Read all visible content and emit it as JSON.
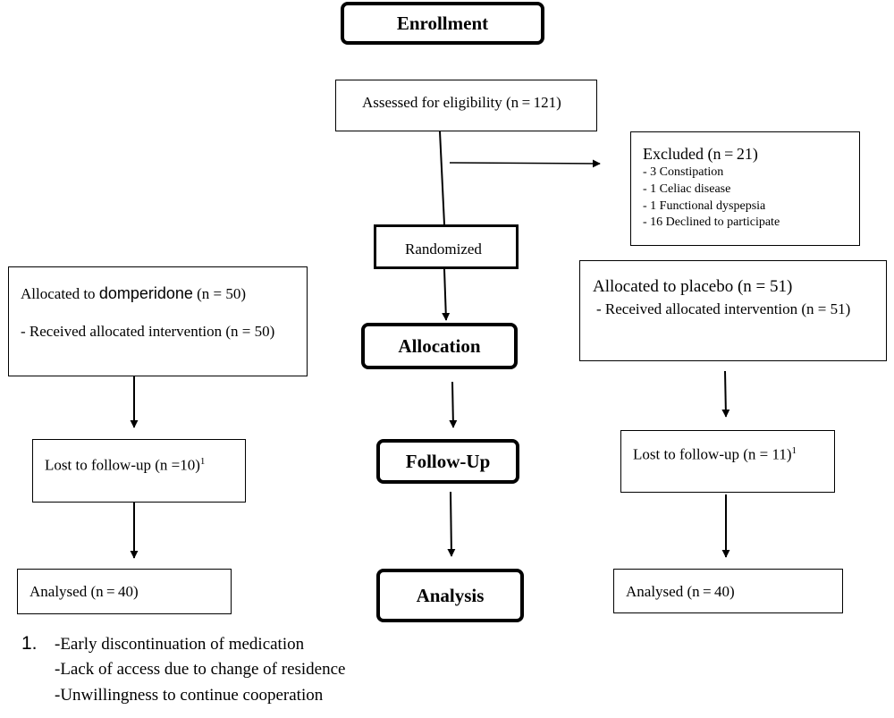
{
  "stages": {
    "enrollment": "Enrollment",
    "allocation": "Allocation",
    "follow_up": "Follow-Up",
    "analysis": "Analysis"
  },
  "assessed": "Assessed for eligibility (n = 121)",
  "excluded": {
    "title": "Excluded (n = 21)",
    "items": [
      "- 3 Constipation",
      "- 1 Celiac disease",
      "- 1 Functional dyspepsia",
      "- 16 Declined to participate"
    ]
  },
  "randomized": "Randomized",
  "arm_left": {
    "allocated_prefix": "Allocated to ",
    "allocated_drug": "domperidone",
    "allocated_suffix": " (n = 50)",
    "received": "- Received allocated intervention (n = 50)",
    "lost_text": "Lost to follow-up (n =10)",
    "lost_sup": "1",
    "analysed": "Analysed (n = 40)"
  },
  "arm_right": {
    "allocated": "Allocated to placebo (n = 51)",
    "received": "- Received allocated intervention (n = 51)",
    "lost_text": "Lost to follow-up (n = 11)",
    "lost_sup": "1",
    "analysed": "Analysed (n = 40)"
  },
  "footnote": {
    "number": "1.",
    "lines": [
      "-Early discontinuation of medication",
      "-Lack of access due to change of residence",
      "-Unwillingness to continue cooperation"
    ]
  }
}
